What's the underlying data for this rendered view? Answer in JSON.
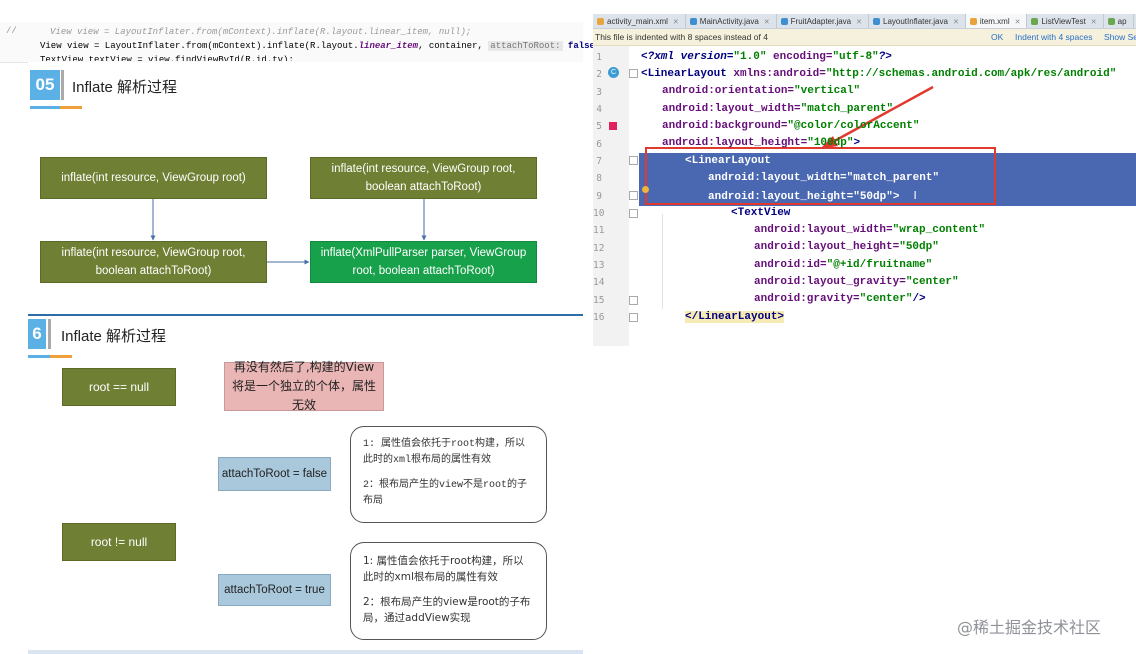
{
  "code_snippet": {
    "comment_marker": "//",
    "line1": "View view = LayoutInflater.from(mContext).inflate(R.layout.linear_item, null);",
    "line2_prefix": "View view = LayoutInflater.from(mContext).inflate(R.layout.",
    "line2_item": "linear_item",
    "line2_container": ", container,",
    "line2_hint": "attachToRoot:",
    "line2_suffix": "false);",
    "line3": "TextView textView = view.findViewById(R.id.tv);"
  },
  "section1": {
    "number": "05",
    "title": "Inflate 解析过程",
    "boxes": [
      "inflate(int resource, ViewGroup root)",
      "inflate(int resource, ViewGroup root, boolean attachToRoot)",
      "inflate(int resource, ViewGroup root, boolean attachToRoot)",
      "inflate(XmlPullParser parser, ViewGroup root, boolean attachToRoot)"
    ]
  },
  "section2": {
    "number": "6",
    "title": "Inflate 解析过程",
    "root_null": "root == null",
    "root_null_result": "再没有然后了,构建的View将是一个独立的个体，属性无效",
    "root_not_null": "root != null",
    "branch_false": "attachToRoot = false",
    "branch_true": "attachToRoot = true",
    "note_false_1": "1: 属性值会依托于root构建，所以此时的xml根布局的属性有效",
    "note_false_2": "2：根布局产生的view不是root的子布局",
    "note_true_1": "1: 属性值会依托于root构建，所以此时的xml根布局的属性有效",
    "note_true_2": "2：根布局产生的view是root的子布局，通过addView实现"
  },
  "ide": {
    "tabs": [
      {
        "label": "activity_main.xml",
        "color": "#e8a33a",
        "active": false
      },
      {
        "label": "MainActivity.java",
        "color": "#3d8fd1",
        "active": false
      },
      {
        "label": "FruitAdapter.java",
        "color": "#3d8fd1",
        "active": false
      },
      {
        "label": "LayoutInflater.java",
        "color": "#3d8fd1",
        "active": false
      },
      {
        "label": "item.xml",
        "color": "#e8a33a",
        "active": true
      },
      {
        "label": "ListViewTest",
        "color": "#6aa84f",
        "active": false
      },
      {
        "label": "ap",
        "color": "#6aa84f",
        "active": false
      }
    ],
    "info_text": "This file is indented with 8 spaces instead of 4",
    "info_ok": "OK",
    "info_indent": "Indent with 4 spaces",
    "info_show": "Show Se",
    "line_numbers": [
      "1",
      "2",
      "3",
      "4",
      "5",
      "6",
      "7",
      "8",
      "9",
      "10",
      "11",
      "12",
      "13",
      "14",
      "15",
      "16"
    ],
    "code": {
      "l1a": "<?xml version=",
      "l1b": "\"1.0\"",
      "l1c": " encoding=",
      "l1d": "\"utf-8\"",
      "l1e": "?>",
      "l2a": "<LinearLayout ",
      "l2b": "xmlns:android=",
      "l2c": "\"http://schemas.android.com/apk/res/android\"",
      "l3a": "android:orientation=",
      "l3b": "\"vertical\"",
      "l4a": "android:layout_width=",
      "l4b": "\"match_parent\"",
      "l5a": "android:background=",
      "l5b": "\"@color/colorAccent\"",
      "l6a": "android:layout_height=",
      "l6b": "\"100dp\"",
      "l6c": ">",
      "l7": "<LinearLayout",
      "l8a": "android:layout_width=",
      "l8b": "\"match_parent\"",
      "l9a": "android:layout_height=",
      "l9b": "\"50dp\"",
      "l9c": ">",
      "l10": "<TextView",
      "l11a": "android:layout_width=",
      "l11b": "\"wrap_content\"",
      "l12a": "android:layout_height=",
      "l12b": "\"50dp\"",
      "l13a": "android:id=",
      "l13b": "\"@+id/fruitname\"",
      "l14a": "android:layout_gravity=",
      "l14b": "\"center\"",
      "l15a": "android:gravity=",
      "l15b": "\"center\"",
      "l15c": "/>",
      "l16": "</LinearLayout>"
    }
  },
  "watermark": "@稀土掘金技术社区",
  "colors": {
    "olive": "#6f7f33",
    "green": "#18a14b",
    "pink": "#e9b5b5",
    "blue": "#a9c8dc",
    "section_accent": "#5bb1e6",
    "highlight": "#4a67b1",
    "annotation_red": "#e03a2f"
  }
}
